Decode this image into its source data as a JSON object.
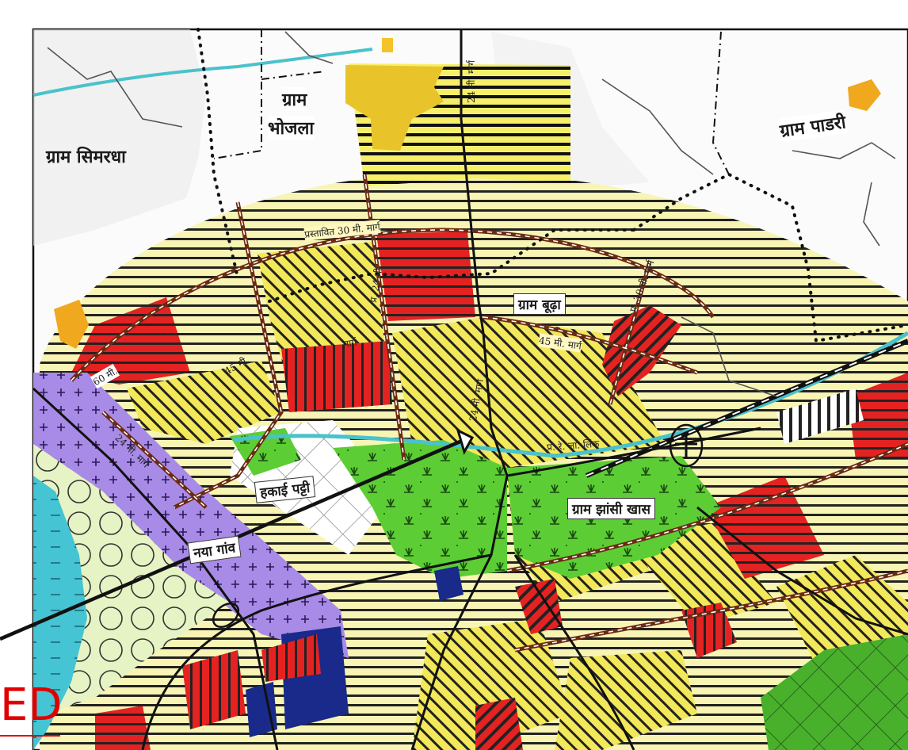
{
  "map": {
    "labels": {
      "simardha": "ग्राम सिमरधा",
      "bhojla_line1": "ग्राम",
      "bhojla_line2": "भोजला",
      "pandri": "ग्राम पाडरी",
      "budha": "ग्राम बूढ़ा",
      "hakai_patti": "हकाई पट्टी",
      "jhansi_khas": "ग्राम झांसी खास",
      "naya_gaon": "नया गांव"
    },
    "road_labels": {
      "r24_top": "24 मी. मार्ग",
      "r30_prop": "प्रस्तावित 30 मी. मार्ग",
      "r60": "60 मी.",
      "r45": "45 मी.",
      "r45_mid": "45 मी. मार्ग",
      "r24_left": "24 मी. मार्ग",
      "r24_center": "24 मी. मार्ग",
      "r24_nw": "प्र. 24 मी.",
      "r30_east": "प्र. 30 मी. मार्ग",
      "rail": "प्र. रे. ला. लिंक",
      "marg": "मार्ग"
    },
    "colors": {
      "residential_yellow": "#f2e64a",
      "commercial_red": "#e02020",
      "green_park": "#55c832",
      "industrial_purple": "#a080e0",
      "water_blue": "#3ac6d2",
      "public_orange": "#f5a623",
      "road_brown": "#6b2a12"
    }
  },
  "annotation": {
    "text": "ED"
  }
}
